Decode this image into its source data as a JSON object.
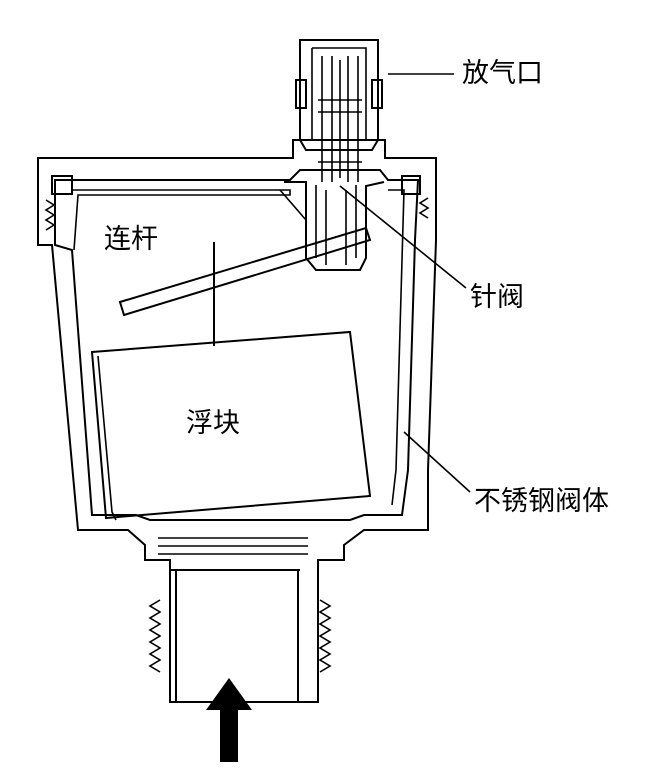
{
  "labels": {
    "vent": "放气口",
    "needle_valve": "针阀",
    "linkage": "连杆",
    "float": "浮块",
    "body": "不锈钢阀体"
  },
  "colors": {
    "line": "#000000",
    "background": "#ffffff"
  }
}
